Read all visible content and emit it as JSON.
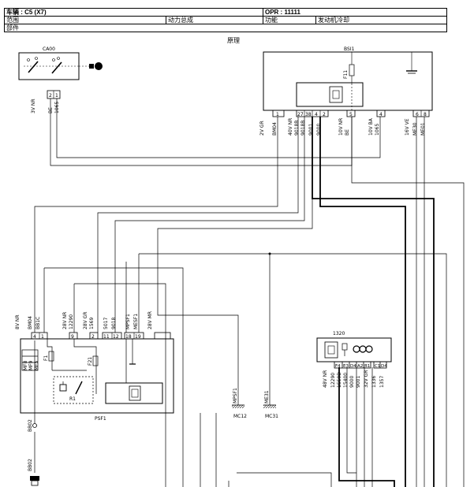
{
  "header": {
    "vehicle": "车辆 : C5 (X7)",
    "opr": "OPR : 11111",
    "scope_label": "范围",
    "scope_value": "动力总成",
    "function_label": "功能",
    "function_value": "发动机冷却",
    "part_label": "部件",
    "section": "原理"
  },
  "components": {
    "ca00": "CA00",
    "bsi1": "BSI1",
    "psf1": "PSF1",
    "c1320": "1320",
    "f11": "F11",
    "f1": "F1",
    "f21": "F21",
    "r1": "R1",
    "mc12": "MC12",
    "mc31": "MC31",
    "bb02_a": "BB02",
    "bb02_b": "BB02"
  },
  "labels": {
    "ca00_conn": "3V NR",
    "ca00_wires": [
      "BE",
      "1065"
    ],
    "ca00_pins": [
      "2",
      "1"
    ],
    "bsi_c1": "2V GR",
    "bsi_c1_wire": "BM04",
    "bsi_c2": "40V NR",
    "bsi_c2_wires": [
      "9018B",
      "9018B",
      "9001",
      "9000"
    ],
    "bsi_c3": "10V NR",
    "bsi_c3_wire": "BE",
    "bsi_c4": "10V BA",
    "bsi_c4_wire": "1065",
    "bsi_c5": "16V VE",
    "bsi_c5_wires": [
      "ME30",
      "ME01"
    ],
    "bsi_pins": [
      "1",
      "27",
      "38",
      "4",
      "2",
      "5",
      "4",
      "6",
      "8"
    ],
    "psf_c1": "8V NR",
    "psf_c1_wires": [
      "BM04",
      "BB1C"
    ],
    "psf_c2": "28V NR",
    "psf_c2_wire": "12290",
    "psf_c3": "28V GR",
    "psf_c3_wire": "1569",
    "psf_c4_wires": [
      "5017",
      "9018"
    ],
    "psf_c5_wires": [
      "MPSF1",
      "MESF1"
    ],
    "psf_c6": "28V MR",
    "psf_pins": [
      "4",
      "1",
      "9",
      "2",
      "11",
      "12",
      "18",
      "19"
    ],
    "psf_side": [
      "MF8",
      "MF9",
      "MF5"
    ],
    "c1320_c1": "48V NR",
    "c1320_c1_wires": [
      "12290",
      "1559D",
      "15400",
      "9000",
      "9001"
    ],
    "c1320_c1_pins": [
      "F4",
      "E3",
      "D4",
      "A2",
      "B1"
    ],
    "c1320_c2": "32V GR",
    "c1320_c2_wires": [
      "1336",
      "1357"
    ],
    "c1320_c2_pins": [
      "C1",
      "D4"
    ],
    "mc12_wire": "MPSF1",
    "mc31_wire": "ME31"
  },
  "colors": {
    "line": "#000000",
    "hatch": "#000000"
  },
  "icons": [
    "key-icon",
    "fuse-icon",
    "ground-icon",
    "ecu-chip-icon",
    "relay-icon",
    "heater-coil-icon"
  ]
}
